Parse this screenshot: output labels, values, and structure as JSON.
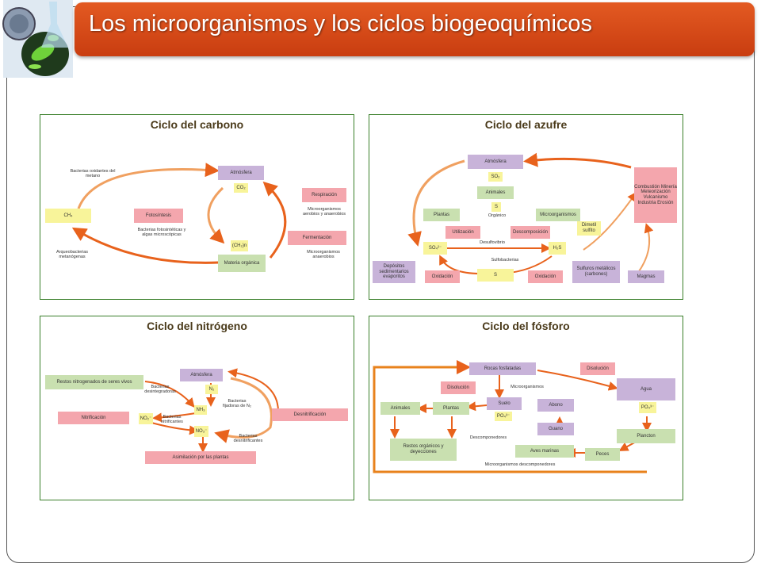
{
  "header": {
    "title": "Los microorganismos y los ciclos biogeoquímicos",
    "accent": "#d9491a"
  },
  "carbon": {
    "title": "Ciclo del carbono",
    "atm": "Atmósfera",
    "co2": "CO₂",
    "ch2o": "(CH₂)n",
    "mat": "Materia orgánica",
    "ch4": "CH₄",
    "foto": "Fotosíntesis",
    "resp": "Respiración",
    "ferm": "Fermentación",
    "bact_ox": "Bacterias oxidantes del metano",
    "bact_foto": "Bacterias fotosintéticas y algas microscópicas",
    "micro_aer": "Microorganismos aerobios y anaerobios",
    "micro_anaer": "Microorganismos anaerobios",
    "arqueo": "Arqueobacterias metanógenas"
  },
  "sulfur": {
    "title": "Ciclo del azufre",
    "atm": "Atmósfera",
    "so2": "SO₂",
    "animales": "Animales",
    "s_org": "S",
    "organico": "Orgánico",
    "plantas": "Plantas",
    "micro": "Microorganismos",
    "utiliz": "Utilización",
    "descomp": "Descomposición",
    "so4": "SO₄²⁻",
    "h2s": "H₂S",
    "desulfo": "Desulfovibrio",
    "sulfo": "Sulfobacterias",
    "dimetil": "Dimetil sulfito",
    "combust": "Combustión Minería Meteorización Vulcanismo Industria Erosión",
    "depositos": "Depósitos sedimentarios evaporitos",
    "oxid1": "Oxidación",
    "s": "S",
    "oxid2": "Oxidación",
    "sulfuros": "Sulfuros metálicos (carbones)",
    "magmas": "Magmas"
  },
  "nitrogen": {
    "title": "Ciclo del nitrógeno",
    "restos": "Restos nitrogenados de seres vivos",
    "atm": "Atmósfera",
    "n2": "N₂",
    "bact_des": "Bacterias desintegradoras",
    "nh3": "NH₃",
    "bact_fij": "Bacterias fijadoras de N₂",
    "nitrif": "Nitrificación",
    "no2": "NO₂⁻",
    "bact_nit": "Bacterias nitrificantes",
    "no3": "NO₃⁻",
    "desnit": "Desnitrificación",
    "bact_desnit": "Bacterias desnitrificantes",
    "asim": "Asimilación por las plantas"
  },
  "phosphorus": {
    "title": "Ciclo del fósforo",
    "rocas": "Rocas fosfatadas",
    "disol1": "Disolución",
    "agua": "Agua",
    "disol2": "Disolución",
    "micro": "Microorganismos",
    "animales": "Animales",
    "plantas": "Plantas",
    "suelo": "Suelo",
    "po4a": "PO₄³⁻",
    "abono": "Abono",
    "po4b": "PO₄³⁻",
    "guano": "Guano",
    "descomp": "Descomponedores",
    "plancton": "Plancton",
    "restos": "Restos orgánicos y deyecciones",
    "aves": "Aves marinas",
    "peces": "Peces",
    "micro_desc": "Microorganismos descomponedores"
  }
}
